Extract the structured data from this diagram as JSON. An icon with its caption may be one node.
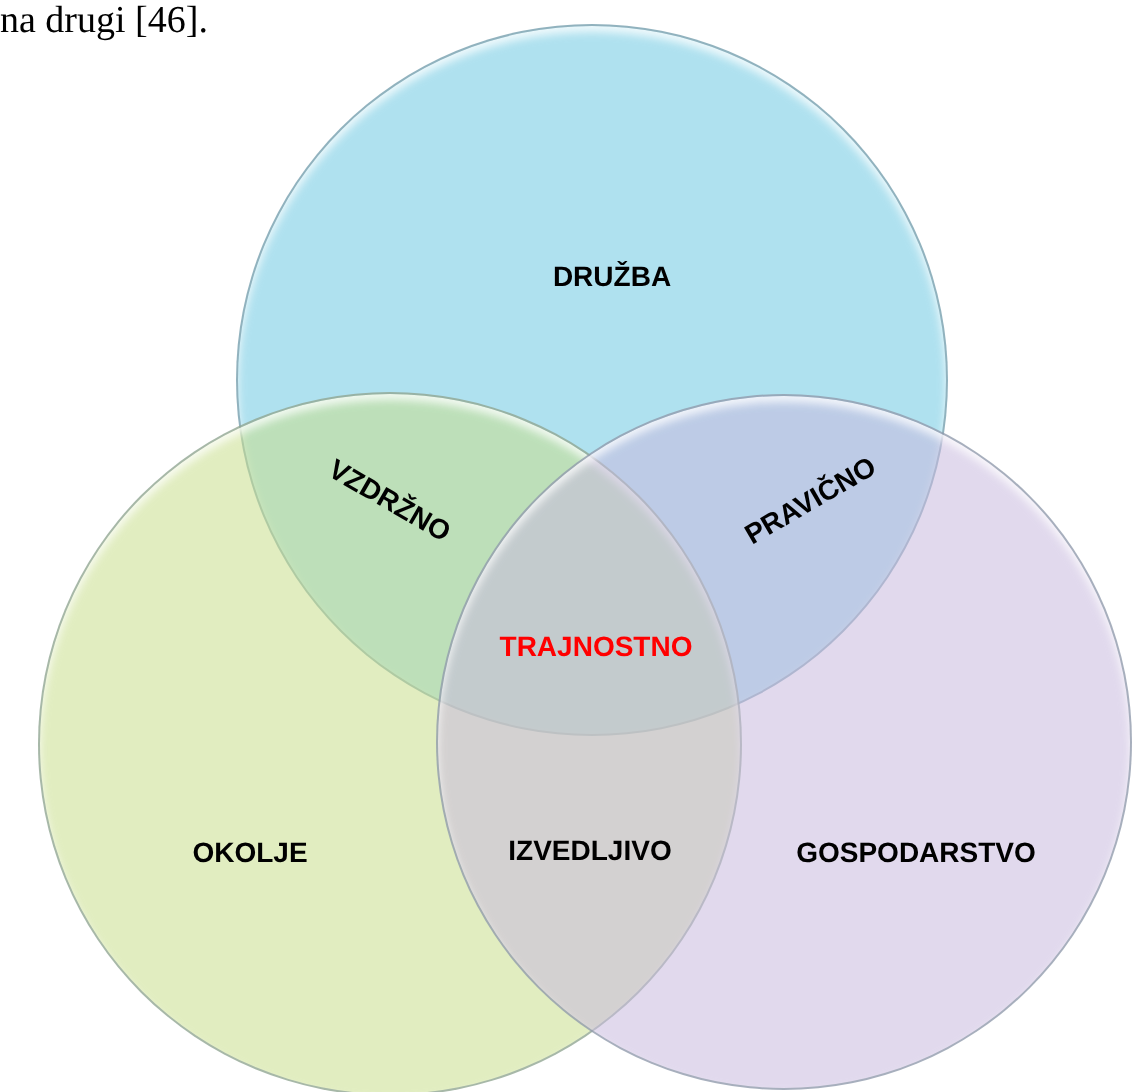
{
  "diagram": {
    "nodes": [
      {
        "text": [
          "DRUŽBA"
        ]
      },
      {
        "text": [
          "OKOLJE"
        ]
      },
      {
        "text": [
          "GOSPODARSTVO"
        ]
      }
    ],
    "labels": [
      "na drugi [46].",
      "VZDRŽNO",
      "PRAVIČNO",
      "TRAJNOSTNO",
      "IZVEDLJIVO"
    ]
  }
}
